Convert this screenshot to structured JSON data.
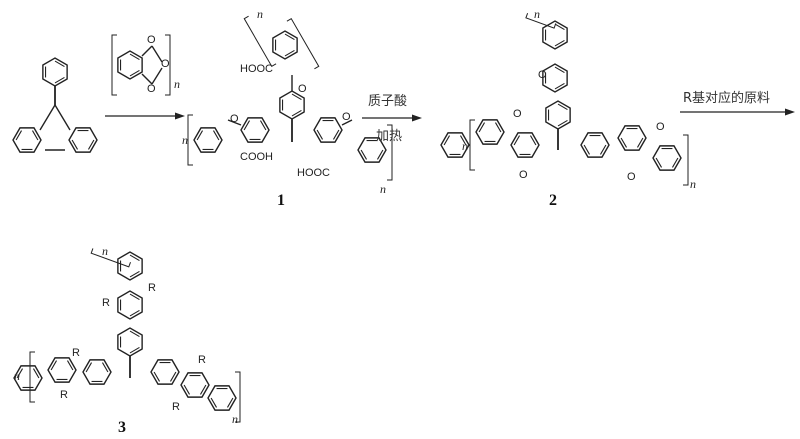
{
  "reagent": {
    "repeat": "n",
    "oxygen": "O"
  },
  "compound1": {
    "number": "1",
    "acid_left": "COOH",
    "acid_top": "HOOC",
    "acid_right": "HOOC",
    "repeat": "n",
    "oxygen": "O"
  },
  "step2": {
    "above": "质子酸",
    "below": "加热"
  },
  "compound2": {
    "number": "2",
    "repeat": "n",
    "oxygen": "O"
  },
  "step3": {
    "above": "R基对应的原料"
  },
  "compound3": {
    "number": "3",
    "repeat": "n",
    "substituent": "R"
  }
}
